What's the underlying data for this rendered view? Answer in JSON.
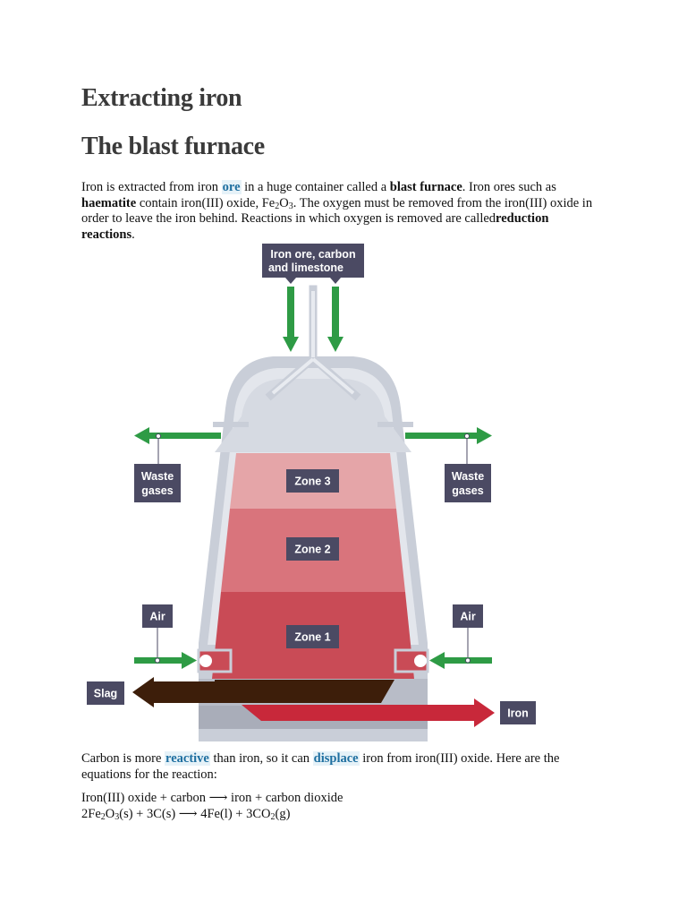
{
  "headings": {
    "title": "Extracting iron",
    "subtitle": "The blast furnace"
  },
  "intro": {
    "t1": "Iron is extracted from iron ",
    "ore": "ore",
    "t2": " in a huge container called a ",
    "blast_furnace": "blast furnace",
    "t3": ". Iron ores such as ",
    "haematite": "haematite",
    "t4": " contain iron(III) oxide, Fe",
    "sub2": "2",
    "o": "O",
    "sub3": "3",
    "t5": ". The oxygen must be removed from the iron(III) oxide in order to leave the iron behind. Reactions in which oxygen is removed are called",
    "reduction": "reduction reactions",
    "t6": "."
  },
  "diagram": {
    "input_line1": "Iron ore, carbon",
    "input_line2": "and limestone",
    "waste_left_1": "Waste",
    "waste_left_2": "gases",
    "waste_right_1": "Waste",
    "waste_right_2": "gases",
    "zone3": "Zone 3",
    "zone2": "Zone 2",
    "zone1": "Zone 1",
    "air_left": "Air",
    "air_right": "Air",
    "slag": "Slag",
    "iron": "Iron",
    "colors": {
      "label_bg": "#4b4a63",
      "arrow_green": "#2e9b45",
      "zone3": "#e5a5a8",
      "zone2": "#d9747c",
      "zone1": "#c94b56",
      "slag": "#3d1e0a",
      "iron_arrow": "#c8283a",
      "furnace_grey": "#c9ced8"
    }
  },
  "reaction": {
    "t1": "Carbon is more ",
    "reactive": "reactive",
    "t2": " than iron, so it can ",
    "displace": "displace",
    "t3": " iron from iron(III) oxide. Here are the equations for the reaction:"
  },
  "equations": {
    "word": "Iron(III) oxide + carbon ⟶ iron + carbon dioxide",
    "sym_a": "2Fe",
    "sym_a_sub1": "2",
    "sym_b": "O",
    "sym_b_sub2": "3",
    "sym_c": "(s) + 3C(s) ⟶ 4Fe(l) + 3CO",
    "sym_c_sub3": "2",
    "sym_d": "(g)"
  }
}
